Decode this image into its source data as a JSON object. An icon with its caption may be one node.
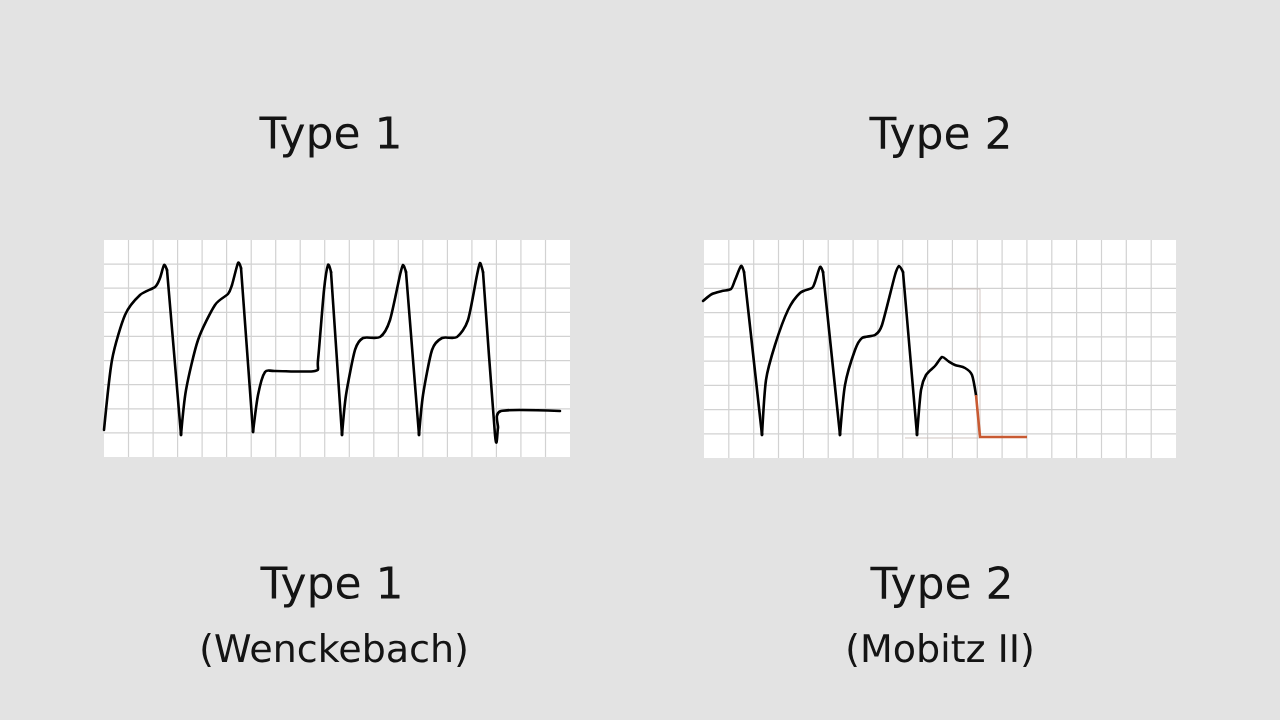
{
  "diagram": {
    "labels": [
      "Type 1",
      "Type 2",
      "Type 1",
      "(Wenckebach)",
      "Type 2",
      "(Mobitz II)"
    ]
  }
}
